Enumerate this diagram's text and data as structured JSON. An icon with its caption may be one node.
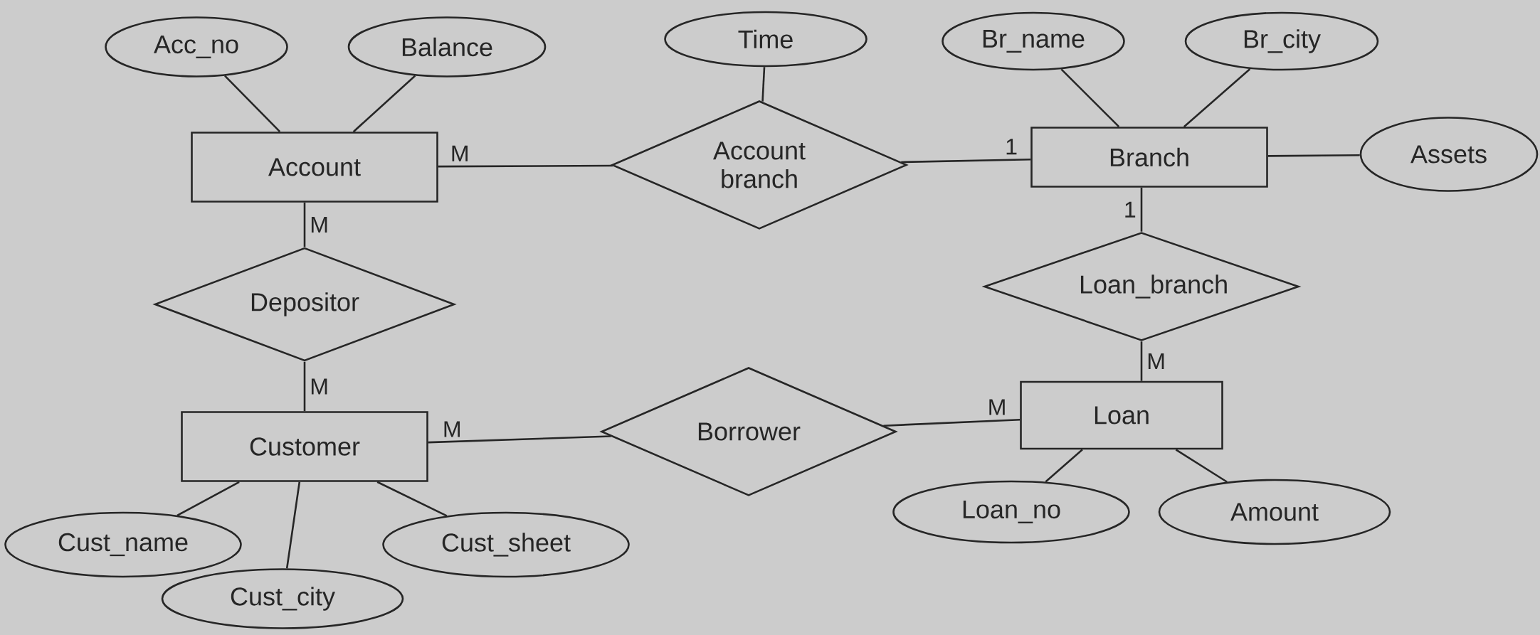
{
  "diagram": {
    "nodes": [
      {
        "text": [
          "Acc_no"
        ]
      },
      {
        "text": [
          "Balance"
        ]
      },
      {
        "text": [
          "Time"
        ]
      },
      {
        "text": [
          "Br_name"
        ]
      },
      {
        "text": [
          "Br_city"
        ]
      },
      {
        "text": [
          "Account"
        ]
      },
      {
        "text": [
          "Account branch"
        ]
      },
      {
        "text": [
          "Branch"
        ]
      },
      {
        "text": [
          "Assets"
        ]
      },
      {
        "text": [
          "Depositor"
        ]
      },
      {
        "text": [
          "Loan_branch"
        ]
      },
      {
        "text": [
          "Customer"
        ]
      },
      {
        "text": [
          "Borrower"
        ]
      },
      {
        "text": [
          "Loan"
        ]
      },
      {
        "text": [
          "Cust_name"
        ]
      },
      {
        "text": [
          "Cust_sheet"
        ]
      },
      {
        "text": [
          "Loan_no"
        ]
      },
      {
        "text": [
          "Amount"
        ]
      },
      {
        "text": [
          "Cust_city"
        ]
      }
    ],
    "edges": [
      {
        "from": 0,
        "to": 5,
        "arrow": "none"
      },
      {
        "from": 1,
        "to": 5,
        "arrow": "none"
      },
      {
        "from": 2,
        "to": 6,
        "arrow": "none"
      },
      {
        "from": 3,
        "to": 7,
        "arrow": "none"
      },
      {
        "from": 4,
        "to": 7,
        "arrow": "none"
      },
      {
        "from": 5,
        "to": 6,
        "arrow": "none",
        "label": "M"
      },
      {
        "from": 7,
        "to": 6,
        "arrow": "none",
        "label": "1"
      },
      {
        "from": 7,
        "to": 8,
        "arrow": "none"
      },
      {
        "from": 5,
        "to": 9,
        "arrow": "none",
        "label": "M"
      },
      {
        "from": 11,
        "to": 9,
        "arrow": "none",
        "label": "M"
      },
      {
        "from": 7,
        "to": 10,
        "arrow": "none",
        "label": "1"
      },
      {
        "from": 13,
        "to": 10,
        "arrow": "none",
        "label": "M"
      },
      {
        "from": 11,
        "to": 12,
        "arrow": "none",
        "label": "M"
      },
      {
        "from": 13,
        "to": 12,
        "arrow": "none",
        "label": "M"
      },
      {
        "from": 11,
        "to": 14,
        "arrow": "none"
      },
      {
        "from": 11,
        "to": 18,
        "arrow": "none"
      },
      {
        "from": 11,
        "to": 15,
        "arrow": "none"
      },
      {
        "from": 13,
        "to": 16,
        "arrow": "none"
      },
      {
        "from": 13,
        "to": 17,
        "arrow": "none"
      }
    ]
  }
}
